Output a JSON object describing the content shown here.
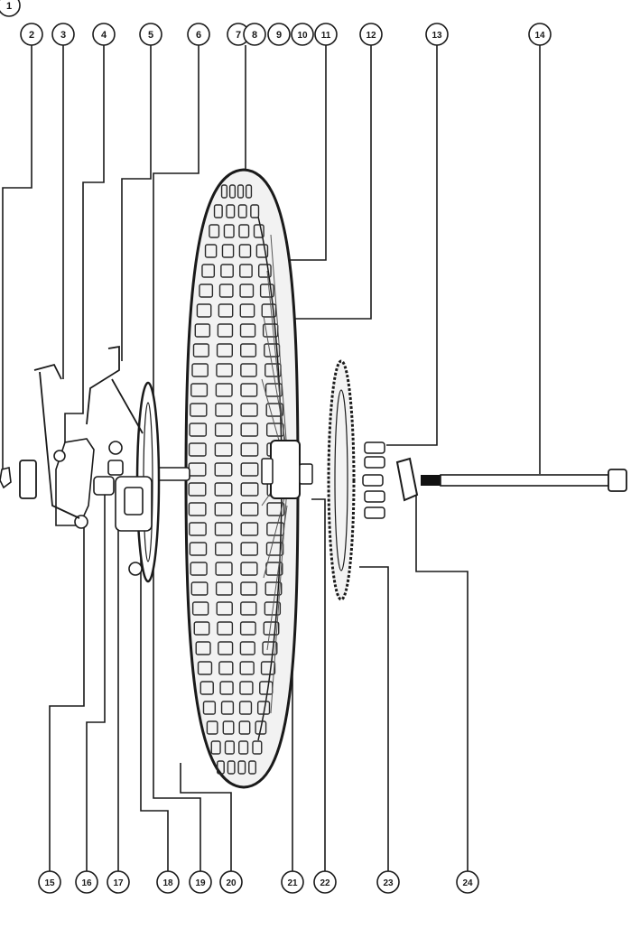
{
  "diagram": {
    "callouts_top": [
      "1",
      "2",
      "3",
      "4",
      "5",
      "6",
      "7",
      "8",
      "9",
      "10",
      "11",
      "12",
      "13",
      "14"
    ],
    "callouts_bottom": [
      "15",
      "16",
      "17",
      "18",
      "19",
      "20",
      "21",
      "22",
      "23",
      "24"
    ]
  },
  "colors": {
    "line": "#1a1a1a",
    "tire": "#333333",
    "background": "#ffffff"
  }
}
